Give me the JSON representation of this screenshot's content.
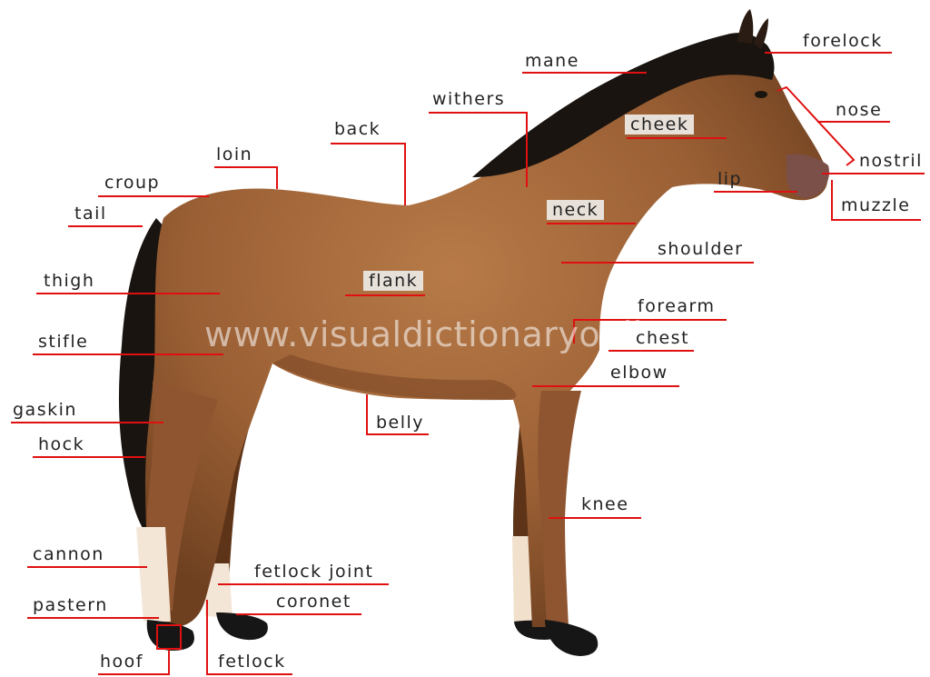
{
  "labels": {
    "mane": "mane",
    "forelock": "forelock",
    "withers": "withers",
    "back": "back",
    "cheek": "cheek",
    "nose": "nose",
    "loin": "loin",
    "nostril": "nostril",
    "croup": "croup",
    "lip": "lip",
    "tail": "tail",
    "neck": "neck",
    "muzzle": "muzzle",
    "shoulder": "shoulder",
    "thigh": "thigh",
    "flank": "flank",
    "forearm": "forearm",
    "stifle": "stifle",
    "chest": "chest",
    "elbow": "elbow",
    "gaskin": "gaskin",
    "belly": "belly",
    "hock": "hock",
    "knee": "knee",
    "cannon": "cannon",
    "fetlock_joint": "fetlock joint",
    "coronet": "coronet",
    "pastern": "pastern",
    "hoof": "hoof",
    "fetlock": "fetlock"
  },
  "watermark": "www.visualdictionaryonline.com",
  "colors": {
    "leader": "#e01010",
    "coat": "#a0653a",
    "coat_dark": "#6e4020",
    "mane": "#1a1410",
    "sock": "#f3e6d6",
    "hoof": "#161616",
    "label_highlight": "#e8e1da"
  }
}
